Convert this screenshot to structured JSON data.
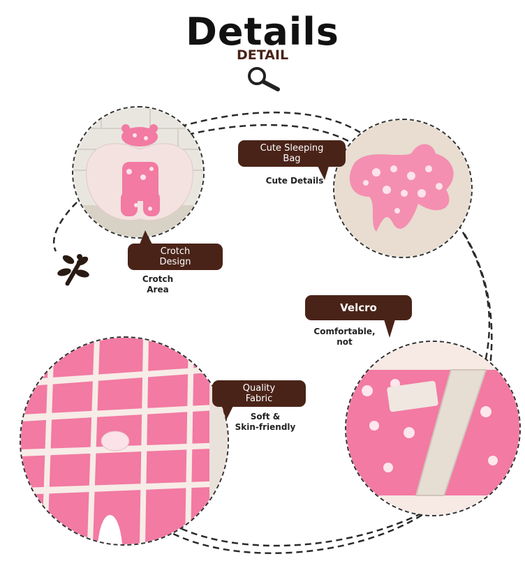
{
  "header": {
    "title": "Details",
    "subtitle": "DETAIL",
    "icon": "magnifier-icon"
  },
  "callouts": {
    "crotch": {
      "bubble_label": "Crotch\nDesign",
      "caption": "Crotch\nArea"
    },
    "sleeping_bag": {
      "bubble_label": "Cute Sleeping\nBag",
      "caption": "Cute Details"
    },
    "velcro": {
      "bubble_label": "Velcro",
      "caption": "Comfortable,\nnot"
    },
    "fabric": {
      "bubble_label": "Quality\nFabric",
      "caption": "Soft &\nSkin-friendly"
    }
  },
  "decor": {
    "icon": "dragonfly-icon"
  },
  "colors": {
    "bubble": "#4a2318",
    "pink": "#f27aa3",
    "cream": "#f4e8e4",
    "dash": "#333333"
  }
}
